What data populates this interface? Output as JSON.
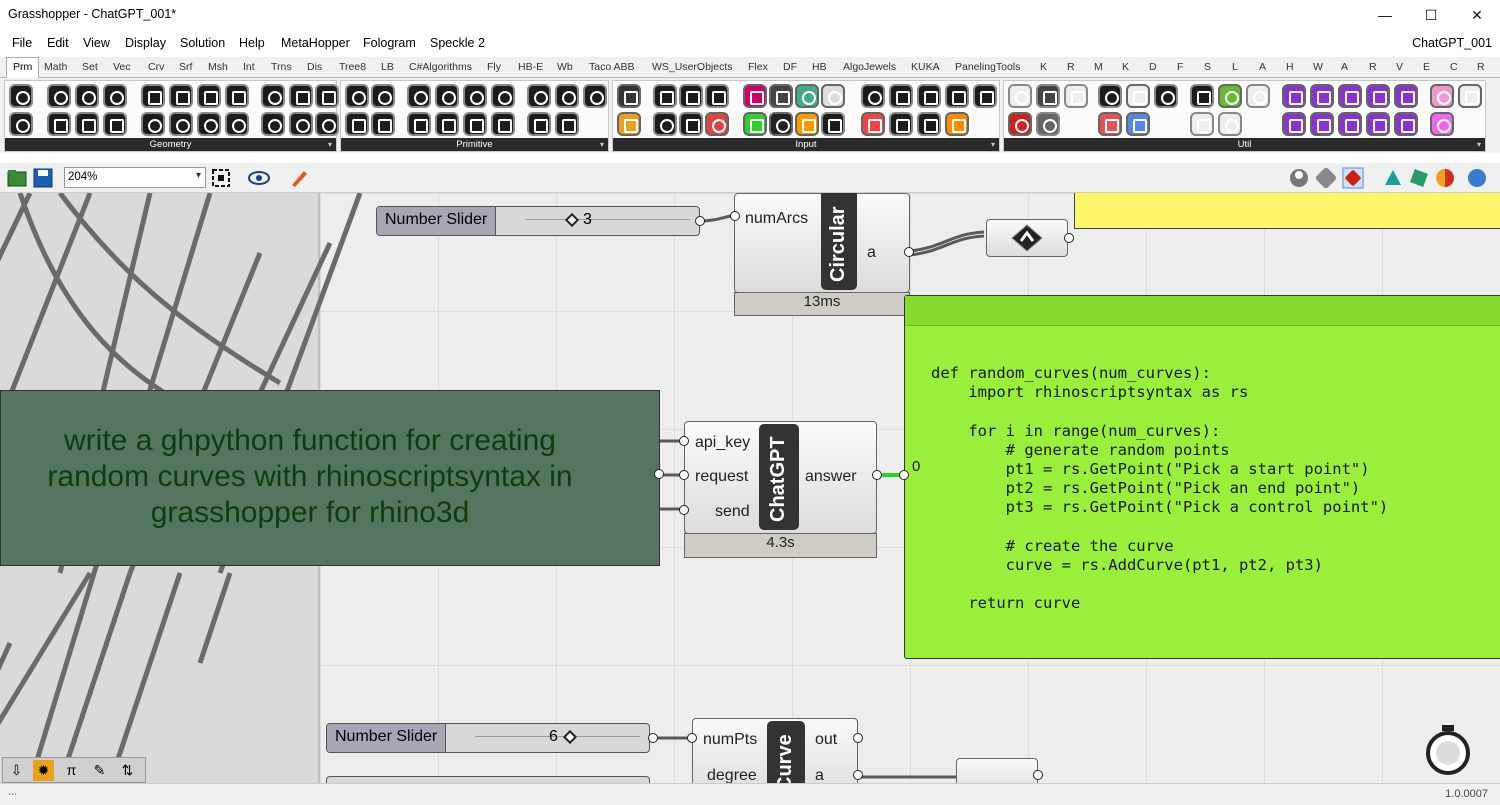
{
  "window": {
    "title": "Grasshopper - ChatGPT_001*",
    "minimize": "—",
    "maximize": "☐",
    "close": "✕"
  },
  "menu": {
    "items": [
      "File",
      "Edit",
      "View",
      "Display",
      "Solution",
      "Help",
      "MetaHopper",
      "Fologram",
      "Speckle 2"
    ],
    "document_name": "ChatGPT_001"
  },
  "tabs": [
    "Prm",
    "Math",
    "Set",
    "Vec",
    "Crv",
    "Srf",
    "Msh",
    "Int",
    "Trns",
    "Dis",
    "Tree8",
    "LB",
    "C#Algorithms",
    "Fly",
    "HB-E",
    "Wb",
    "Taco ABB",
    "WS_UserObjects",
    "Flex",
    "DF",
    "HB",
    "AlgoJewels",
    "KUKA",
    "PanelingTools",
    "K",
    "R",
    "M",
    "K",
    "D",
    "F",
    "S",
    "L",
    "A",
    "H",
    "W",
    "A",
    "R",
    "V",
    "E",
    "C",
    "R"
  ],
  "active_tab": "Prm",
  "ribbon": {
    "panels": [
      {
        "label": "Geometry"
      },
      {
        "label": "Primitive"
      },
      {
        "label": "Input"
      },
      {
        "label": "Util"
      }
    ],
    "expand_arrow": "▾"
  },
  "toolbar": {
    "zoom": "204%",
    "zoom_arrow": "▾"
  },
  "canvas": {
    "slider_top": {
      "label": "Number Slider",
      "value": "3"
    },
    "circular_arcs": {
      "input": "numArcs",
      "output": "a",
      "title": "Circular",
      "time": "13ms"
    },
    "chatgpt": {
      "inputs": [
        "api_key",
        "request",
        "send"
      ],
      "output": "answer",
      "title": "ChatGPT",
      "time": "4.3s"
    },
    "answer_index": "0",
    "prompt": "write a ghpython function for creating random curves with rhinoscriptsyntax in grasshopper for rhino3d",
    "code_lines": [
      "def random_curves(num_curves):",
      "    import rhinoscriptsyntax as rs",
      "",
      "    for i in range(num_curves):",
      "        # generate random points",
      "        pt1 = rs.GetPoint(\"Pick a start point\")",
      "        pt2 = rs.GetPoint(\"Pick an end point\")",
      "        pt3 = rs.GetPoint(\"Pick a control point\")",
      "",
      "        # create the curve",
      "        curve = rs.AddCurve(pt1, pt2, pt3)",
      "",
      "    return curve"
    ],
    "slider_bottom": {
      "label": "Number Slider",
      "value": "6"
    },
    "curve_comp": {
      "inputs": [
        "numPts",
        "degree"
      ],
      "outputs": [
        "out",
        "a"
      ],
      "title": "Curve"
    },
    "bottom_icons": [
      "⇩",
      "✹",
      "π",
      "✎",
      "⇅"
    ]
  },
  "status": {
    "version": "1.0.0007",
    "left": "..."
  }
}
